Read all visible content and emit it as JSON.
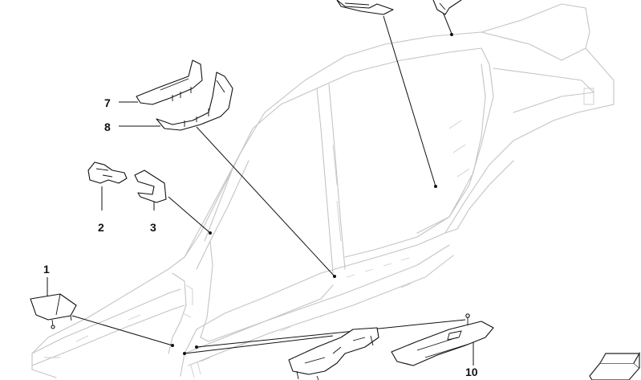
{
  "callouts": [
    {
      "id": "1",
      "label": "1"
    },
    {
      "id": "2",
      "label": "2"
    },
    {
      "id": "3",
      "label": "3"
    },
    {
      "id": "7",
      "label": "7"
    },
    {
      "id": "8",
      "label": "8"
    },
    {
      "id": "10",
      "label": "10"
    }
  ],
  "colors": {
    "body_outline": "#c4c4c4",
    "part_outline": "#111111",
    "background": "#ffffff"
  },
  "icons": {
    "corner_logo": "arrow-box-icon"
  }
}
